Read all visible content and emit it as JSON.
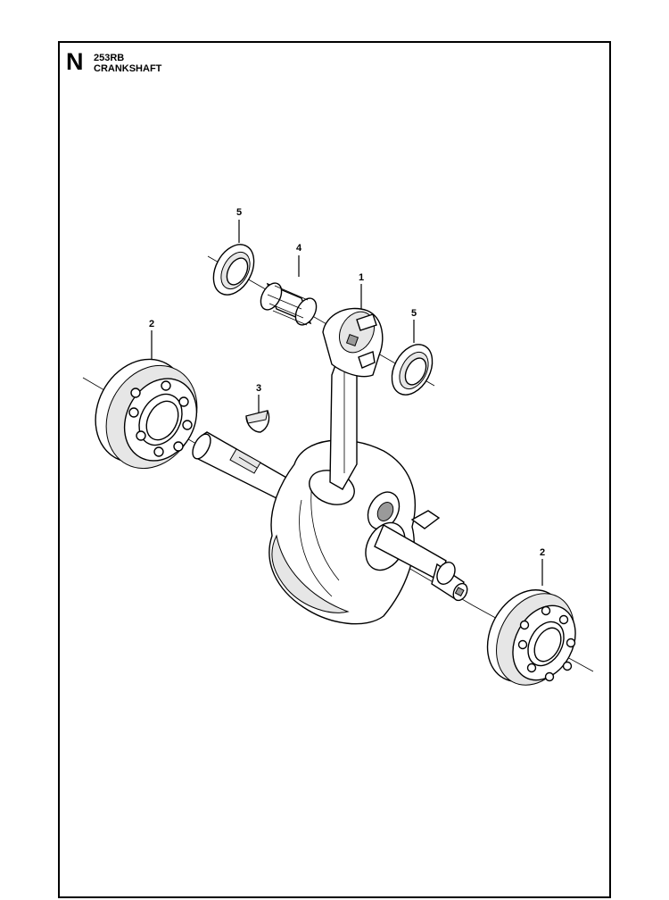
{
  "header": {
    "section_letter": "N",
    "model": "253RB",
    "title": "CRANKSHAFT"
  },
  "callouts": {
    "connecting_rod": "1",
    "bearing_left": "2",
    "bearing_right": "2",
    "woodruff_key": "3",
    "needle_bearing": "4",
    "thrust_washer_top": "5",
    "thrust_washer_right": "5"
  }
}
